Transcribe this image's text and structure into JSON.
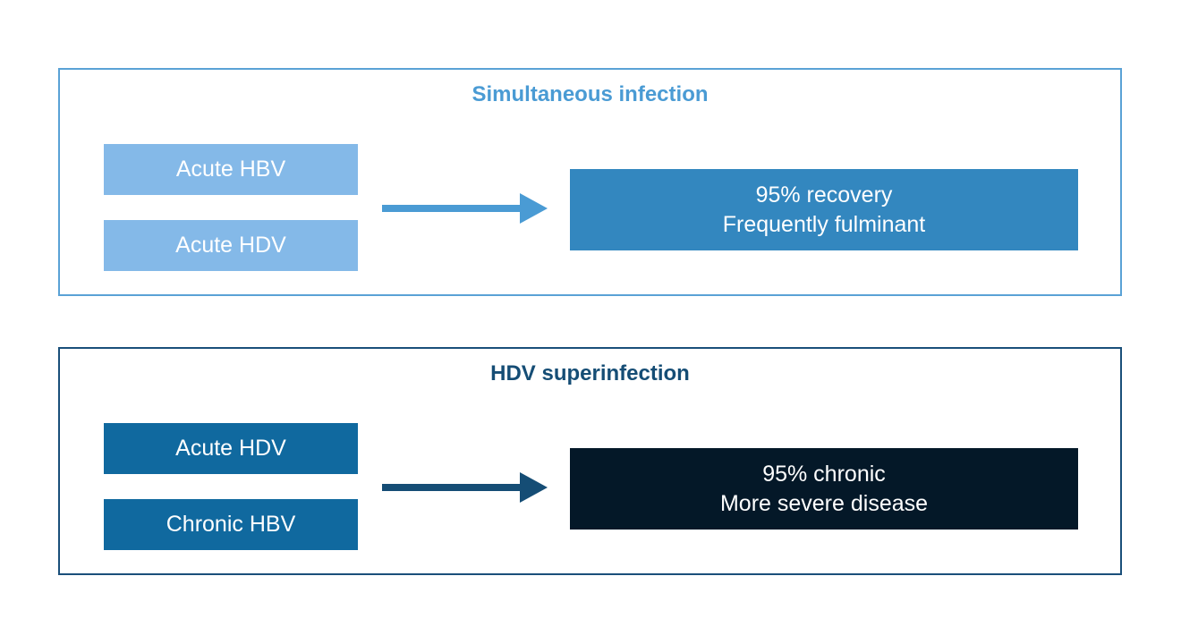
{
  "panels": [
    {
      "title": "Simultaneous infection",
      "inputs": [
        "Acute HBV",
        "Acute HDV"
      ],
      "outcome": [
        "95% recovery",
        "Frequently fulminant"
      ],
      "colors": {
        "border": "#5aa2d6",
        "title": "#4a9bd4",
        "input": "#84b9e8",
        "arrow": "#4a9bd4",
        "outcome": "#3387bf"
      }
    },
    {
      "title": "HDV superinfection",
      "inputs": [
        "Acute HDV",
        "Chronic HBV"
      ],
      "outcome": [
        "95% chronic",
        "More severe disease"
      ],
      "colors": {
        "border": "#1a4f7a",
        "title": "#154d75",
        "input": "#10699f",
        "arrow": "#154d75",
        "outcome": "#041828"
      }
    }
  ]
}
